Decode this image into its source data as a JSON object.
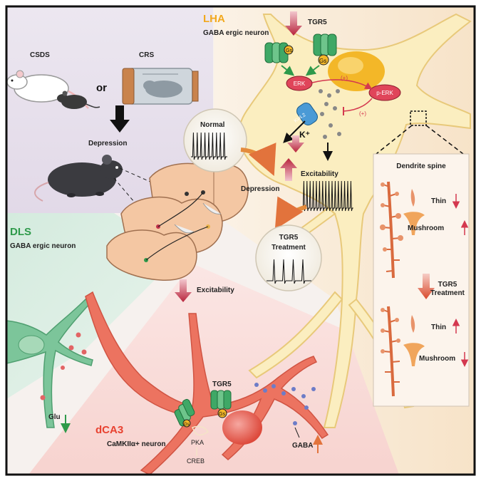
{
  "colors": {
    "lha": "#f2a81d",
    "dls": "#2e9a4a",
    "dca3": "#e8412f",
    "neuron_yellow": "#fbeec0",
    "neuron_red": "#ec7360",
    "neuron_green": "#7cc59a",
    "arrow_down": "#c0304a",
    "arrow_orange": "#e48b3c"
  },
  "panel_top_left": {
    "model_1": "CSDS",
    "connector": "or",
    "model_2": "CRS",
    "outcome": "Depression"
  },
  "lha": {
    "title": "LHA",
    "subtitle": "GABA ergic neuron",
    "receptor": "TGR5",
    "gs_1": "Gs",
    "gs_2": "Gs",
    "erk": "ERK",
    "p_erk": "p-ERK",
    "plus_1": "(+)",
    "plus_2": "(+)",
    "channel": "Kv4.2",
    "ion": "K⁺",
    "excitability": "Excitability"
  },
  "traces": {
    "normal_label": "Normal",
    "depression_label": "Depression",
    "treatment_label_1": "TGR5",
    "treatment_label_2": "Treatment"
  },
  "spine_panel": {
    "title": "Dendrite spine",
    "thin_1": "Thin",
    "mushroom_1": "Mushroom",
    "treatment_1": "TGR5",
    "treatment_2": "Treatment",
    "thin_2": "Thin",
    "mushroom_2": "Mushroom"
  },
  "dls": {
    "title": "DLS",
    "subtitle": "GABA ergic neuron",
    "glu": "Glu"
  },
  "dca3": {
    "excitability": "Excitability",
    "receptor": "TGR5",
    "gs_1": "Gs",
    "gs_2": "Gs",
    "pka": "PKA",
    "creb": "CREB",
    "title": "dCA3",
    "subtitle": "CaMKIIα+ neuron",
    "gaba": "GABA"
  }
}
